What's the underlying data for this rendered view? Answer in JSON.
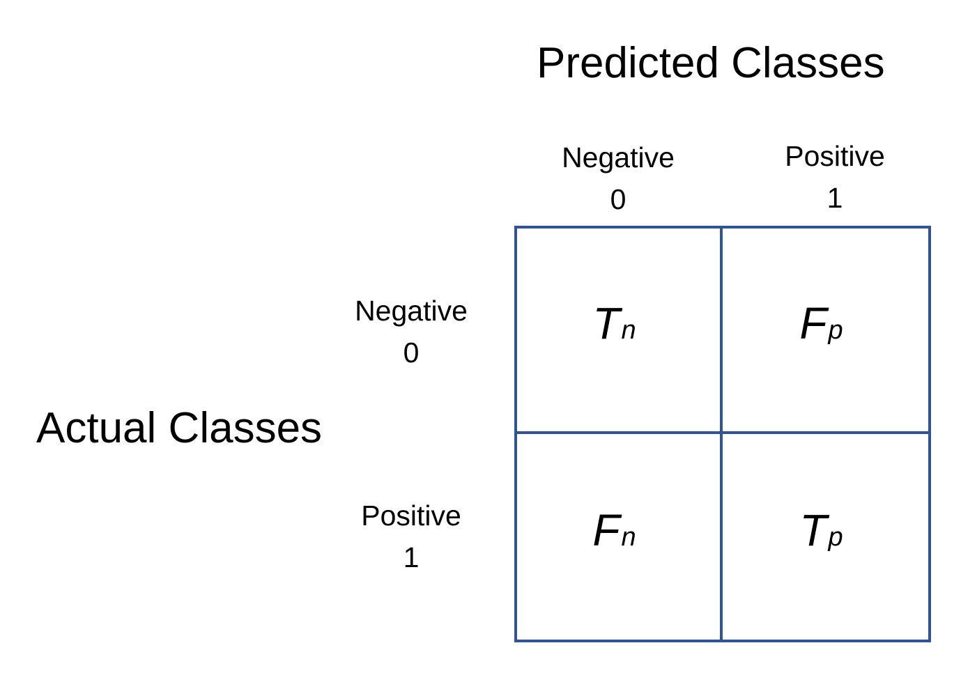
{
  "titles": {
    "predicted": "Predicted Classes",
    "actual": "Actual Classes"
  },
  "columns": [
    {
      "name": "Negative",
      "value": "0"
    },
    {
      "name": "Positive",
      "value": "1"
    }
  ],
  "rows": [
    {
      "name": "Negative",
      "value": "0"
    },
    {
      "name": "Positive",
      "value": "1"
    }
  ],
  "cells": [
    {
      "main": "T",
      "sub": "n"
    },
    {
      "main": "F",
      "sub": "p"
    },
    {
      "main": "F",
      "sub": "n"
    },
    {
      "main": "T",
      "sub": "p"
    }
  ],
  "colors": {
    "grid_border": "#2f5597",
    "text": "#000000",
    "background": "#ffffff"
  }
}
